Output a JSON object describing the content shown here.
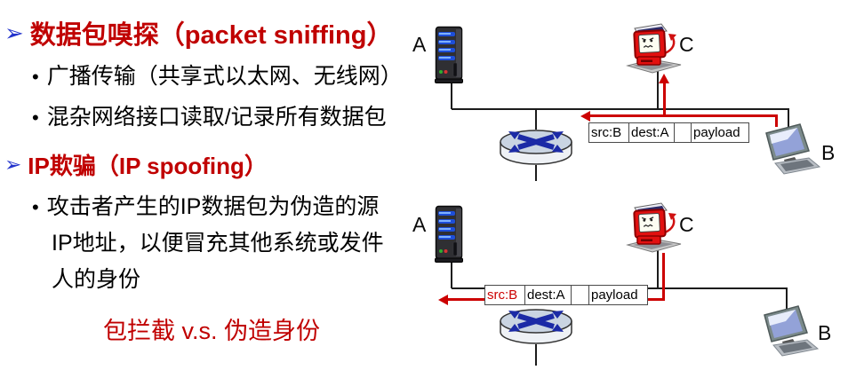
{
  "slide": {
    "background": "#ffffff",
    "heading_red": "#c00000",
    "arrow_red": "#cc0000",
    "bullet_blue": "#2233cc"
  },
  "icons": {
    "bullet_arrow": "➢",
    "bullet_dot": "•"
  },
  "content": {
    "heading1": "数据包嗅探（packet sniffing）",
    "bullet1": "广播传输（共享式以太网、无线网）",
    "bullet2": "混杂网络接口读取/记录所有数据包",
    "heading2": "IP欺骗（IP spoofing）",
    "bullet3_line1": "攻击者产生的IP数据包为伪造的源",
    "bullet3_line2": "IP地址，以便冒充其他系统或发件",
    "bullet3_line3": "人的身份",
    "footer": "包拦截 v.s. 伪造身份"
  },
  "diagram_sniffing": {
    "label_a": "A",
    "label_b": "B",
    "label_c": "C",
    "packet": {
      "src": "src:B",
      "dest": "dest:A",
      "gap": "",
      "payload": "payload"
    },
    "src_text_color": "#000000"
  },
  "diagram_spoofing": {
    "label_a": "A",
    "label_b": "B",
    "label_c": "C",
    "packet": {
      "src": "src:B",
      "dest": "dest:A",
      "gap": "",
      "payload": "payload"
    },
    "src_text_color": "#cc0000"
  }
}
